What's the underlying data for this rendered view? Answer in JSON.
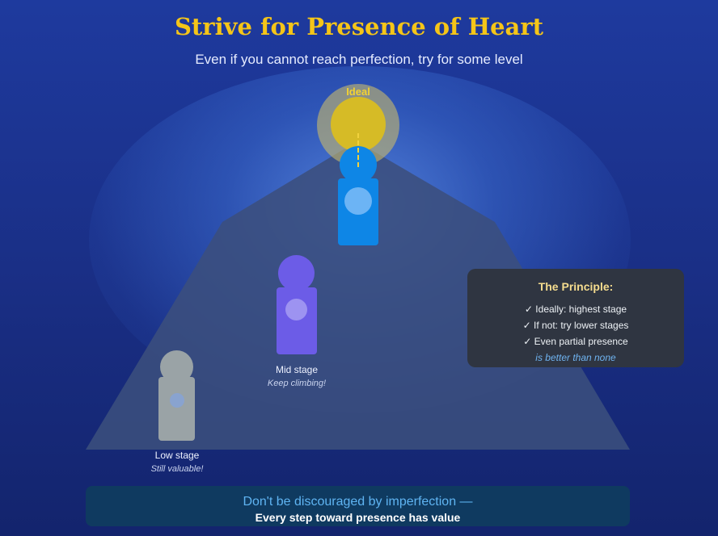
{
  "header": {
    "title": "Strive for Presence of Heart",
    "subtitle": "Even if you cannot reach perfection, try for some level"
  },
  "peak": {
    "label": "Ideal"
  },
  "stages": {
    "mid": {
      "label": "Mid stage",
      "note": "Keep climbing!"
    },
    "low": {
      "label": "Low stage",
      "note": "Still valuable!"
    }
  },
  "principle": {
    "title": "The Principle:",
    "items": [
      "✓ Ideally: highest stage",
      "✓ If not: try lower stages",
      "✓ Even partial presence"
    ],
    "note": "is better than none"
  },
  "footer": {
    "line1": "Don't be discouraged by imperfection —",
    "line2": "Every step toward presence has value"
  },
  "colors": {
    "title": "#f5c518",
    "top_figure": "#0e86e6",
    "mid_figure": "#6c5ce7",
    "low_figure": "#9aa3a6",
    "sun": "#d6bb26"
  }
}
